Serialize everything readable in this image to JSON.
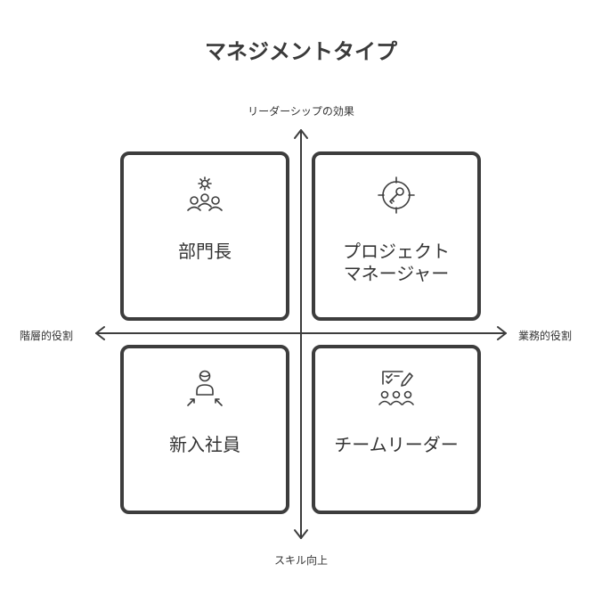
{
  "title": "マネジメントタイプ",
  "axes": {
    "top": "リーダーシップの効果",
    "bottom": "スキル向上",
    "left": "階層的役割",
    "right": "業務的役割"
  },
  "quadrants": {
    "top_left": {
      "label": "部門長",
      "icon": "team-gear-icon"
    },
    "top_right": {
      "label_line1": "プロジェクト",
      "label_line2": "マネージャー",
      "icon": "target-key-icon"
    },
    "bottom_left": {
      "label": "新入社員",
      "icon": "person-arrows-icon"
    },
    "bottom_right": {
      "label": "チームリーダー",
      "icon": "team-checklist-icon"
    }
  },
  "colors": {
    "stroke": "#3d3d3d",
    "text": "#333333"
  }
}
